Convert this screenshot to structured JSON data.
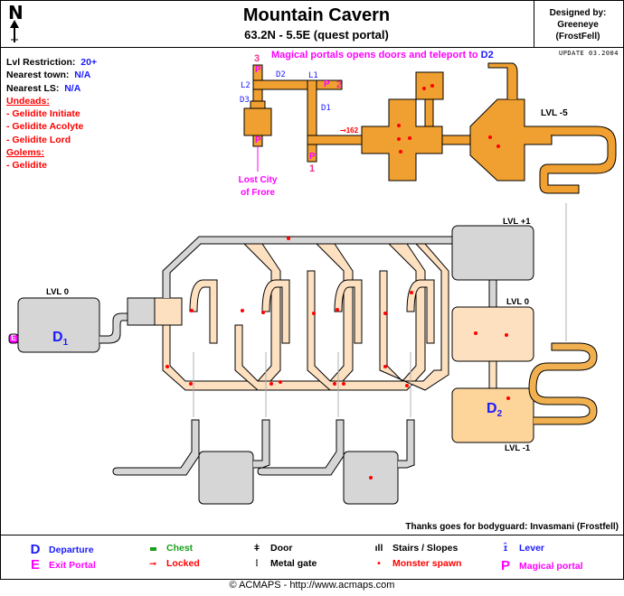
{
  "header": {
    "title": "Mountain Cavern",
    "coordinates": "63.2N - 5.5E (quest portal)",
    "designed_by_label": "Designed by:",
    "designer": "Greeneye",
    "designer_server": "(FrostFell)",
    "update": "UPDATE 03.2004",
    "compass": "N"
  },
  "info": {
    "lvl_restriction_label": "Lvl Restriction:",
    "lvl_restriction": "20+",
    "nearest_town_label": "Nearest town:",
    "nearest_town": "N/A",
    "nearest_ls_label": "Nearest LS:",
    "nearest_ls": "N/A",
    "monster_groups": [
      {
        "title": "Undeads:",
        "members": [
          "- Gelidite Initiate",
          "- Gelidite Acolyte",
          "- Gelidite Lord"
        ]
      },
      {
        "title": "Golems:",
        "members": [
          "- Gelidite"
        ]
      }
    ]
  },
  "map": {
    "portal_note_prefix": "Magical portals opens doors and teleport to",
    "portal_note_target": "D2",
    "portal_numbers": [
      "1",
      "2",
      "3"
    ],
    "portal_glyph": "P",
    "door_labels": [
      "D1",
      "D2",
      "D3"
    ],
    "lever_labels": [
      "L1",
      "L2"
    ],
    "locked_number": "162",
    "lost_city_line1": "Lost City",
    "lost_city_line2": "of Frore",
    "levels": {
      "upper": "LVL -5",
      "d1_room": "LVL 0",
      "top_right": "LVL +1",
      "mid_right": "LVL 0",
      "bottom_right": "LVL -1"
    },
    "departure_1": "D",
    "departure_1_sub": "1",
    "departure_2": "D",
    "departure_2_sub": "2",
    "exit_glyph": "E"
  },
  "thanks": "Thanks goes for bodyguard: Invasmani (Frostfell)",
  "legend": [
    {
      "symbol": "D",
      "label": "Departure",
      "color": "#1a1aff"
    },
    {
      "symbol": "E",
      "label": "Exit Portal",
      "color": "#ff00ff"
    },
    {
      "symbol": "chest-icon",
      "label": "Chest",
      "color": "#1aa01a"
    },
    {
      "symbol": "key-icon",
      "label": "Locked",
      "color": "#f00000"
    },
    {
      "symbol": "door-icon",
      "label": "Door",
      "color": "#000000"
    },
    {
      "symbol": "metal-gate-icon",
      "label": "Metal gate",
      "color": "#000000"
    },
    {
      "symbol": "stairs-icon",
      "label": "Stairs / Slopes",
      "color": "#000000"
    },
    {
      "symbol": "monster-dot-icon",
      "label": "Monster spawn",
      "color": "#f00000"
    },
    {
      "symbol": "lever-icon",
      "label": "Lever",
      "color": "#1a1aff"
    },
    {
      "symbol": "P",
      "label": "Magical portal",
      "color": "#ff00ff"
    }
  ],
  "footer": "© ACMAPS - http://www.acmaps.com",
  "colors": {
    "orange_floor": "#f0a030",
    "gray_floor": "#d6d6d6",
    "peach_floor": "#fde0c0",
    "light_orange_floor": "#fdd49a",
    "monster": "#ff0000",
    "portal": "#ff00ff",
    "departure": "#1a1aff"
  }
}
